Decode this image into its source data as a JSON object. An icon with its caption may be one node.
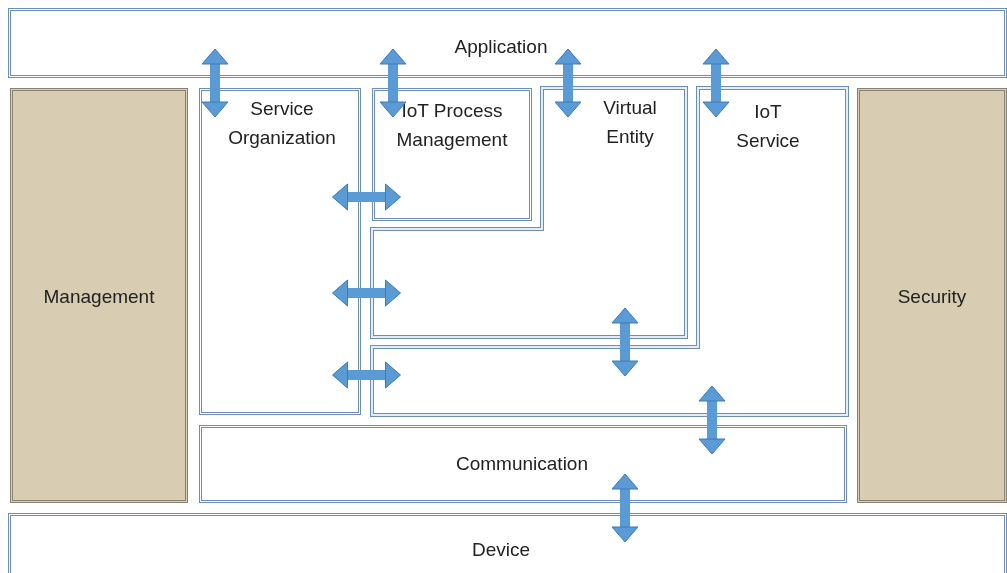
{
  "diagram": {
    "nodes": [
      {
        "text": [
          "Application"
        ]
      },
      {
        "text": [
          "Management"
        ]
      },
      {
        "text": [
          "Service Organization"
        ]
      },
      {
        "text": [
          "IoT Process Management"
        ]
      },
      {
        "text": [
          "Virtual Entity"
        ]
      },
      {
        "text": [
          "IoT Service"
        ]
      },
      {
        "text": [
          "Security"
        ]
      },
      {
        "text": [
          "Communication"
        ]
      },
      {
        "text": [
          "Device"
        ]
      }
    ],
    "edges": [
      {
        "from": 0,
        "to": 2,
        "arrow": "both"
      },
      {
        "from": 0,
        "to": 3,
        "arrow": "both"
      },
      {
        "from": 0,
        "to": 4,
        "arrow": "both"
      },
      {
        "from": 0,
        "to": 5,
        "arrow": "both"
      },
      {
        "from": 2,
        "to": 3,
        "arrow": "both"
      },
      {
        "from": 2,
        "to": 4,
        "arrow": "both"
      },
      {
        "from": 2,
        "to": 5,
        "arrow": "both"
      },
      {
        "from": 4,
        "to": 5,
        "arrow": "both"
      },
      {
        "from": 5,
        "to": 7,
        "arrow": "both"
      },
      {
        "from": 7,
        "to": 8,
        "arrow": "both"
      }
    ]
  }
}
